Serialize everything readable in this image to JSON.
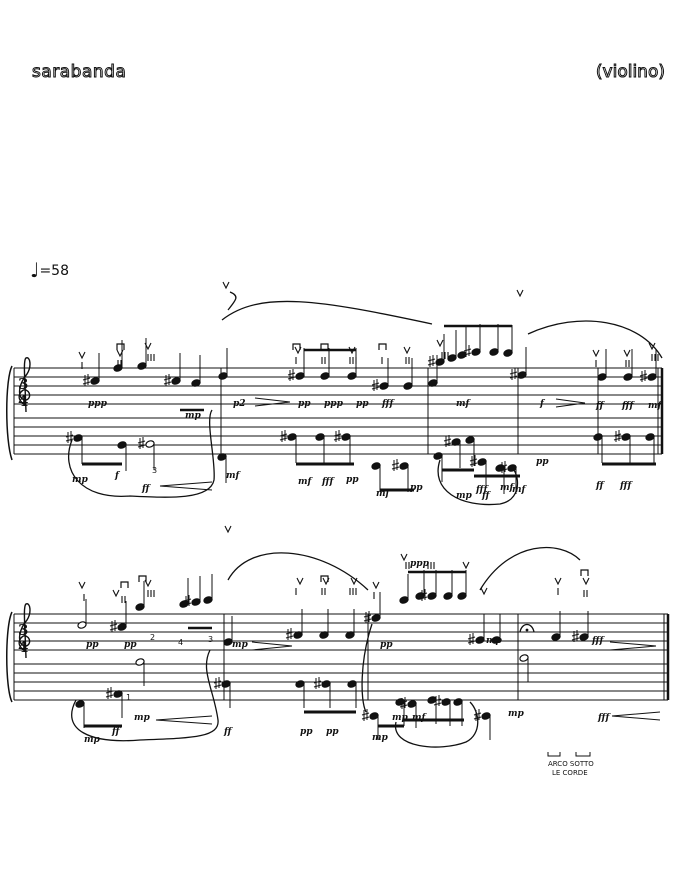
{
  "header": {
    "title": "sarabanda",
    "instrument": "(violino)"
  },
  "tempo": {
    "symbol": "♩",
    "value": "=58"
  },
  "time_signature": {
    "top": "3",
    "bottom": "4"
  },
  "annotation": {
    "line1": "ARCO SOTTO",
    "line2": "LE CORDE"
  },
  "system1": {
    "dynamics": [
      "mp",
      "f",
      "ff",
      "ppp",
      "mp",
      "p2",
      "mf",
      "pp",
      "ppp",
      "pp",
      "mf",
      "fff",
      "pp",
      "mf",
      "pp",
      "mf",
      "fff",
      "mf",
      "mf",
      "fff",
      "pp",
      "f",
      "mp",
      "ff",
      "ff",
      "fff",
      "mf",
      "ff",
      "fff"
    ],
    "tuplets": [
      "3"
    ]
  },
  "system2": {
    "dynamics": [
      "pp",
      "pp",
      "mp",
      "ff",
      "mp",
      "ff",
      "mp",
      "pp",
      "mp",
      "pp",
      "pp",
      "mf",
      "ppp",
      "mp",
      "mp",
      "fff",
      "mp",
      "fff"
    ],
    "fingerings": [
      "2",
      "4",
      "3",
      "1"
    ]
  }
}
